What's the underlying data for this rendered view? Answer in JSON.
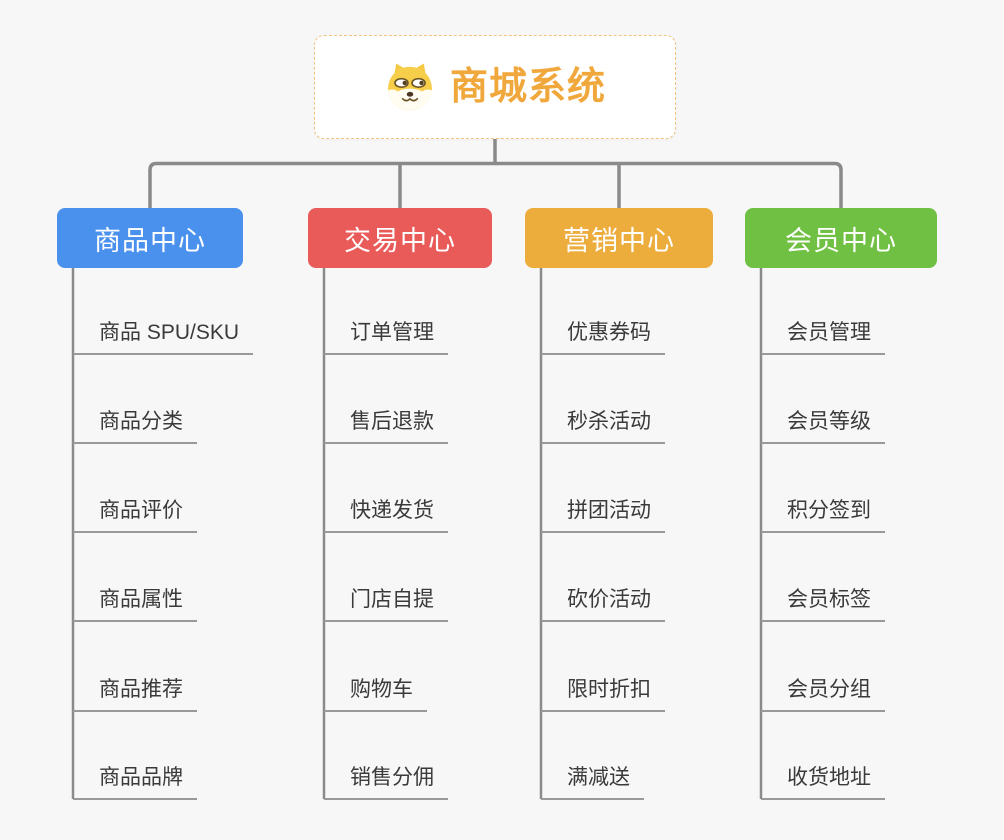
{
  "page": {
    "background_color": "#f7f7f7",
    "connector_color": "#8a8a8a",
    "leaf_line_color": "#999999"
  },
  "root": {
    "title": "商城系统",
    "icon": "dog-face-icon",
    "title_color": "#f0a83c",
    "border_color": "#f1c382"
  },
  "branches": [
    {
      "label": "商品中心",
      "color": "#4a90ed",
      "children": [
        "商品 SPU/SKU",
        "商品分类",
        "商品评价",
        "商品属性",
        "商品推荐",
        "商品品牌"
      ]
    },
    {
      "label": "交易中心",
      "color": "#e95b59",
      "children": [
        "订单管理",
        "售后退款",
        "快递发货",
        "门店自提",
        "购物车",
        "销售分佣"
      ]
    },
    {
      "label": "营销中心",
      "color": "#edad3d",
      "children": [
        "优惠券码",
        "秒杀活动",
        "拼团活动",
        "砍价活动",
        "限时折扣",
        "满减送"
      ]
    },
    {
      "label": "会员中心",
      "color": "#70c043",
      "children": [
        "会员管理",
        "会员等级",
        "积分签到",
        "会员标签",
        "会员分组",
        "收货地址"
      ]
    }
  ]
}
